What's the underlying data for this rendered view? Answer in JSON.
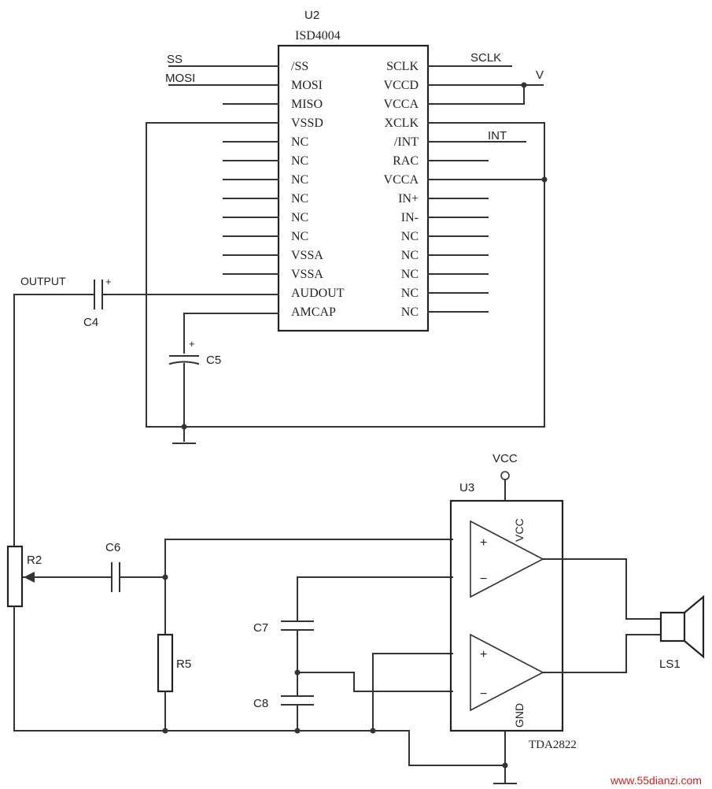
{
  "u2": {
    "ref": "U2",
    "part": "ISD4004",
    "left_pins": [
      "/SS",
      "MOSI",
      "MISO",
      "VSSD",
      "NC",
      "NC",
      "NC",
      "NC",
      "NC",
      "NC",
      "VSSA",
      "VSSA",
      "AUDOUT",
      "AMCAP"
    ],
    "right_pins": [
      "SCLK",
      "VCCD",
      "VCCA",
      "XCLK",
      "/INT",
      "RAC",
      "VCCA",
      "IN+",
      "IN-",
      "NC",
      "NC",
      "NC",
      "NC",
      "NC"
    ]
  },
  "nets": {
    "ss": "SS",
    "mosi": "MOSI",
    "sclk": "SCLK",
    "v": "V",
    "int": "INT",
    "output": "OUTPUT",
    "vcc": "VCC"
  },
  "components": {
    "c4": "C4",
    "c5": "C5",
    "c6": "C6",
    "c7": "C7",
    "c8": "C8",
    "r2": "R2",
    "r5": "R5",
    "ls1": "LS1",
    "plus": "+"
  },
  "u3": {
    "ref": "U3",
    "part": "TDA2822",
    "vcc_pin": "VCC",
    "gnd_pin": "GND",
    "plus": "+",
    "minus": "−"
  },
  "watermark": "www.55dianzi.com"
}
